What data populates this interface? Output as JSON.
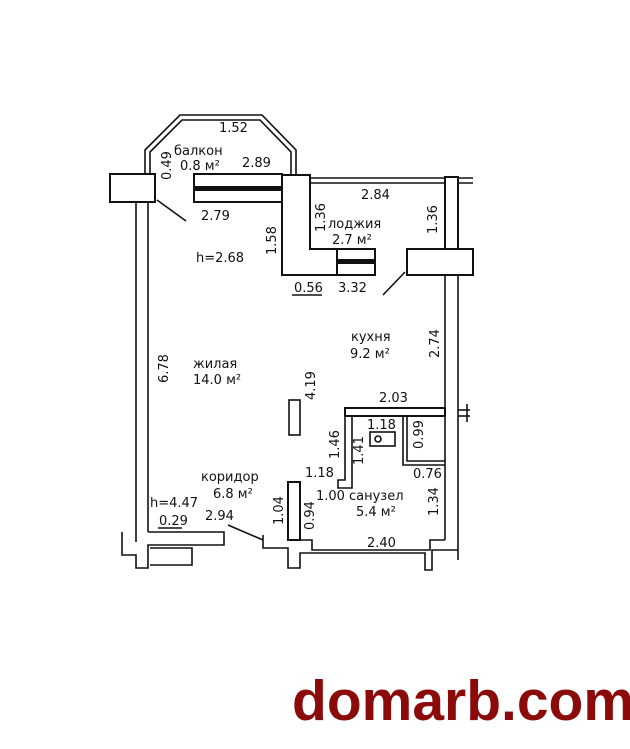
{
  "rooms": {
    "balcony": {
      "name": "балкон",
      "area": "0.8 м²"
    },
    "loggia": {
      "name": "лоджия",
      "area": "2.7 м²"
    },
    "living": {
      "name": "жилая",
      "area": "14.0 м²"
    },
    "kitchen": {
      "name": "кухня",
      "area": "9.2 м²"
    },
    "corridor": {
      "name": "коридор",
      "area": "6.8 м²"
    },
    "bathroom": {
      "name": "санузел",
      "area": "5.4 м²"
    }
  },
  "heights": {
    "main": "h=2.68",
    "corridor": "h=4.47"
  },
  "dimensions": [
    "1.52",
    "0.49",
    "2.89",
    "2.79",
    "2.84",
    "1.36",
    "1.36",
    "1.58",
    "0.56",
    "3.32",
    "6.78",
    "2.74",
    "4.19",
    "2.03",
    "1.18",
    "0.99",
    "1.46",
    "1.41",
    "1.18",
    "0.76",
    "1.00",
    "1.34",
    "1.04",
    "0.94",
    "2.94",
    "0.29",
    "2.40"
  ],
  "watermark": "domarb.com",
  "colors": {
    "watermark": "#8b0a0a"
  }
}
